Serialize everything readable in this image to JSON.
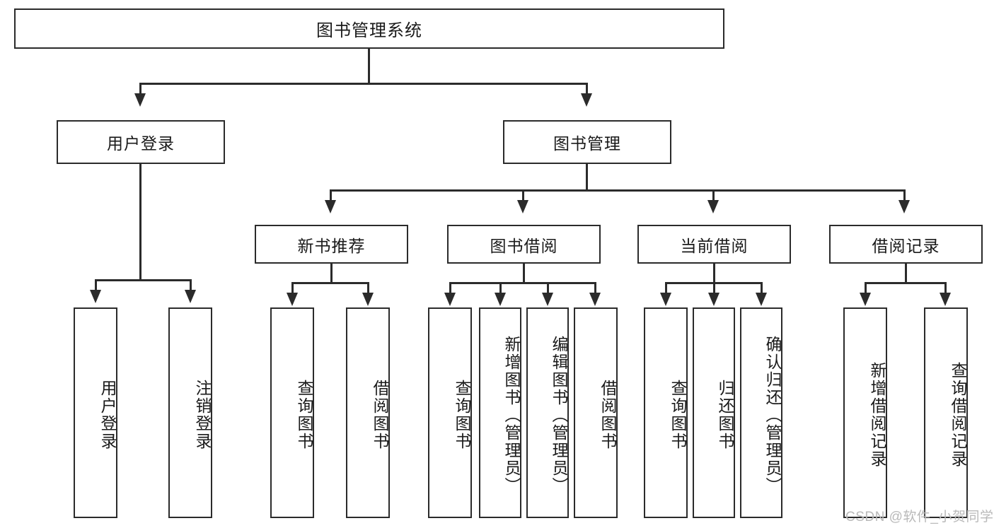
{
  "diagram": {
    "title_node": {
      "label": "图书管理系统"
    },
    "level2": [
      {
        "id": "user-login",
        "label": "用户登录"
      },
      {
        "id": "book-management",
        "label": "图书管理"
      }
    ],
    "level3": [
      {
        "id": "new-book-recommend",
        "label": "新书推荐"
      },
      {
        "id": "book-borrow",
        "label": "图书借阅"
      },
      {
        "id": "current-borrow",
        "label": "当前借阅"
      },
      {
        "id": "borrow-record",
        "label": "借阅记录"
      }
    ],
    "leaves": {
      "user_login": [
        {
          "id": "leaf-user-login",
          "label": "用户登录"
        },
        {
          "id": "leaf-logout-login",
          "label": "注销登录"
        }
      ],
      "new_book_recommend": [
        {
          "id": "leaf-query-book-1",
          "label": "查询图书"
        },
        {
          "id": "leaf-borrow-book-1",
          "label": "借阅图书"
        }
      ],
      "book_borrow": [
        {
          "id": "leaf-query-book-2",
          "label": "查询图书"
        },
        {
          "id": "leaf-add-book",
          "label": "新增图书（管理员）"
        },
        {
          "id": "leaf-edit-book",
          "label": "编辑图书（管理员）"
        },
        {
          "id": "leaf-borrow-book-2",
          "label": "借阅图书"
        }
      ],
      "current_borrow": [
        {
          "id": "leaf-query-book-3",
          "label": "查询图书"
        },
        {
          "id": "leaf-return-book",
          "label": "归还图书"
        },
        {
          "id": "leaf-confirm-return",
          "label": "确认归还（管理员）"
        }
      ],
      "borrow_record": [
        {
          "id": "leaf-add-record",
          "label": "新增借阅记录"
        },
        {
          "id": "leaf-query-record",
          "label": "查询借阅记录"
        }
      ]
    },
    "watermark": "CSDN @软件_小贺同学",
    "colors": {
      "stroke": "#2b2b2b",
      "background": "#ffffff",
      "text": "#1a1a1a",
      "watermark": "#b9b9b9"
    }
  }
}
